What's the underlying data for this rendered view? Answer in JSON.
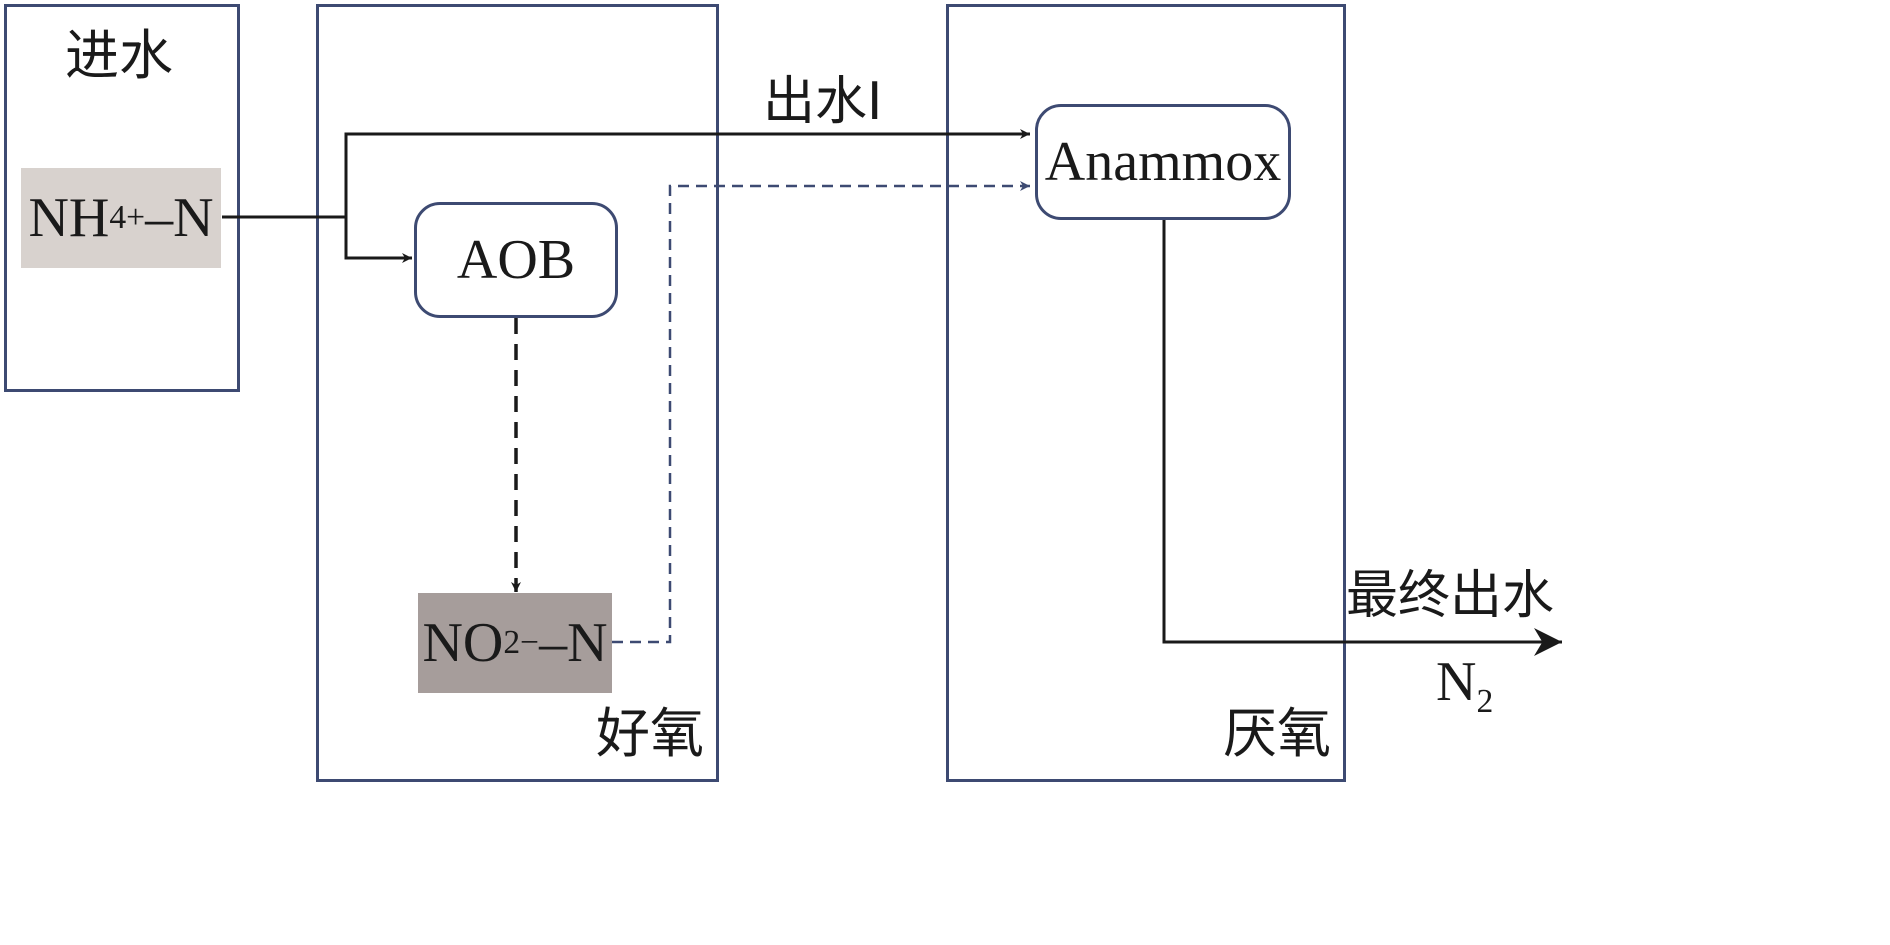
{
  "zones": {
    "inlet": "进水",
    "aerobic": "好氧",
    "anaerobic": "厌氧"
  },
  "nodes": {
    "ammonium": {
      "base": "NH",
      "sub": "4",
      "sup": "+",
      "tail": "–N"
    },
    "aob": "AOB",
    "nitrite": {
      "base": "NO",
      "sub": "2",
      "sup": "−",
      "tail": "–N"
    },
    "anammox": "Anammox"
  },
  "flows": {
    "effluent_1": "出水Ⅰ",
    "final_effluent": "最终出水",
    "nitrogen_gas": {
      "base": "N",
      "sub": "2"
    }
  },
  "colors": {
    "border": "#3d4a72",
    "dashed_blue": "#3d4a72",
    "line": "#1a1a1a",
    "ammonium_fill": "#d8d2ce",
    "nitrite_fill": "#a69d9b"
  }
}
